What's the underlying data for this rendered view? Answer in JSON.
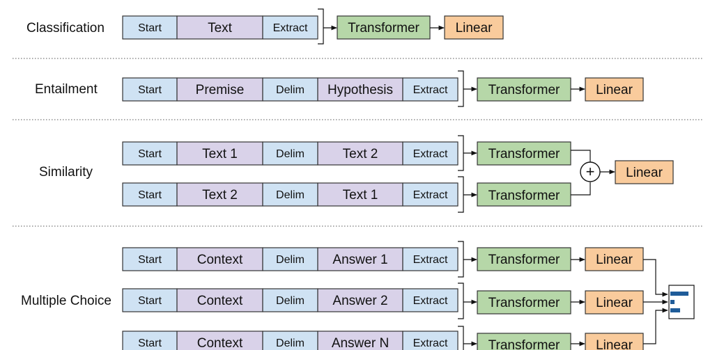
{
  "tasks": [
    {
      "label": "Classification",
      "rows": [
        {
          "tokens": [
            "Start",
            "Text",
            "Extract"
          ],
          "transformer": "Transformer",
          "linear": "Linear"
        }
      ]
    },
    {
      "label": "Entailment",
      "rows": [
        {
          "tokens": [
            "Start",
            "Premise",
            "Delim",
            "Hypothesis",
            "Extract"
          ],
          "transformer": "Transformer",
          "linear": "Linear"
        }
      ]
    },
    {
      "label": "Similarity",
      "rows": [
        {
          "tokens": [
            "Start",
            "Text 1",
            "Delim",
            "Text 2",
            "Extract"
          ],
          "transformer": "Transformer"
        },
        {
          "tokens": [
            "Start",
            "Text 2",
            "Delim",
            "Text 1",
            "Extract"
          ],
          "transformer": "Transformer"
        }
      ],
      "combine": "+",
      "linear": "Linear"
    },
    {
      "label": "Multiple Choice",
      "rows": [
        {
          "tokens": [
            "Start",
            "Context",
            "Delim",
            "Answer 1",
            "Extract"
          ],
          "transformer": "Transformer",
          "linear": "Linear"
        },
        {
          "tokens": [
            "Start",
            "Context",
            "Delim",
            "Answer 2",
            "Extract"
          ],
          "transformer": "Transformer",
          "linear": "Linear"
        },
        {
          "tokens": [
            "Start",
            "Context",
            "Delim",
            "Answer N",
            "Extract"
          ],
          "transformer": "Transformer",
          "linear": "Linear"
        }
      ],
      "output": "softmax-icon"
    }
  ],
  "colors": {
    "special_token": "#cfe2f3",
    "text_token": "#d9d2e9",
    "transformer": "#b6d7a8",
    "linear": "#f9cb9c",
    "softmax_bar": "#1f5c99"
  }
}
